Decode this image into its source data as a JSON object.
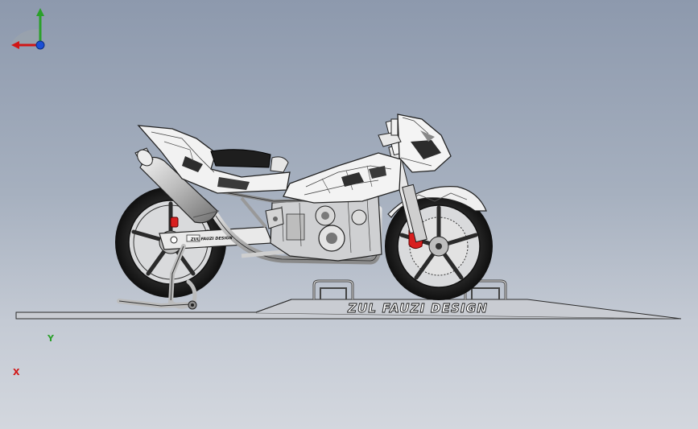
{
  "branding": {
    "ramp_text": "ZUL FAUZI DESIGN",
    "swingarm_text": "ZUL FAUZI DESIGN"
  },
  "triad": {
    "x_label": "X",
    "y_label": "Y"
  },
  "colors": {
    "x_axis": "#d11616",
    "y_axis": "#2aa02a",
    "z_axis": "#1a4fd6",
    "brake_caliper": "#d81f1f"
  }
}
